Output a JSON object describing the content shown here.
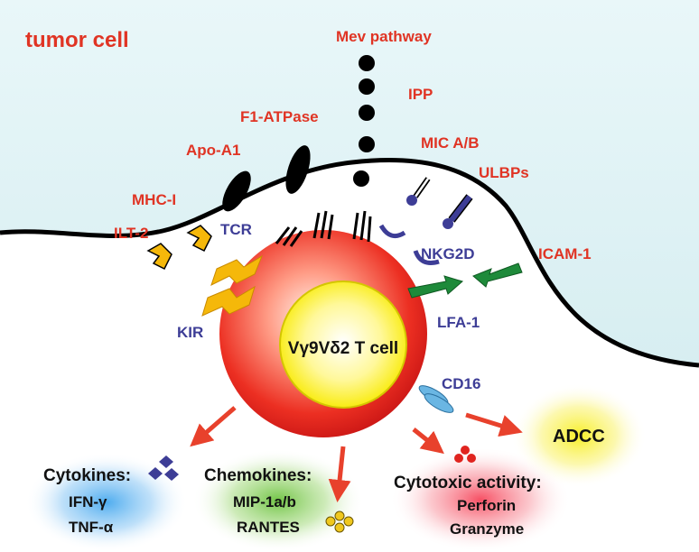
{
  "labels": {
    "tumor_cell": "tumor cell",
    "mev_pathway": "Mev pathway",
    "ipp": "IPP",
    "f1_atpase": "F1-ATPase",
    "apo_a1": "Apo-A1",
    "mhc_i": "MHC-I",
    "ilt2": "ILT-2",
    "tcr": "TCR",
    "kir": "KIR",
    "mic_ab": "MIC A/B",
    "ulbps": "ULBPs",
    "nkg2d": "NKG2D",
    "icam1": "ICAM-1",
    "lfa1": "LFA-1",
    "cd16": "CD16",
    "tcell": "Vγ9Vδ2 T cell",
    "adcc": "ADCC"
  },
  "outputs": {
    "cytokines": {
      "title": "Cytokines:",
      "items": [
        "IFN-γ",
        "TNF-α"
      ]
    },
    "chemokines": {
      "title": "Chemokines:",
      "items": [
        "MIP-1a/b",
        "RANTES"
      ]
    },
    "cytotoxic": {
      "title": "Cytotoxic activity:",
      "items": [
        "Perforin",
        "Granzyme"
      ]
    }
  },
  "colors": {
    "label_red": "#e03424",
    "label_blue": "#3d3d96",
    "membrane_fill": "#e3f4f6",
    "cell_red": "#e21d1d",
    "nucleus_yellow": "#fbf100",
    "arrow_red": "#e8412c",
    "receptor_green": "#1e8a3a",
    "receptor_purple": "#3d3d96",
    "inhibitory_yellow": "#f5b80a",
    "cd16_blue": "#6ab6e3"
  }
}
